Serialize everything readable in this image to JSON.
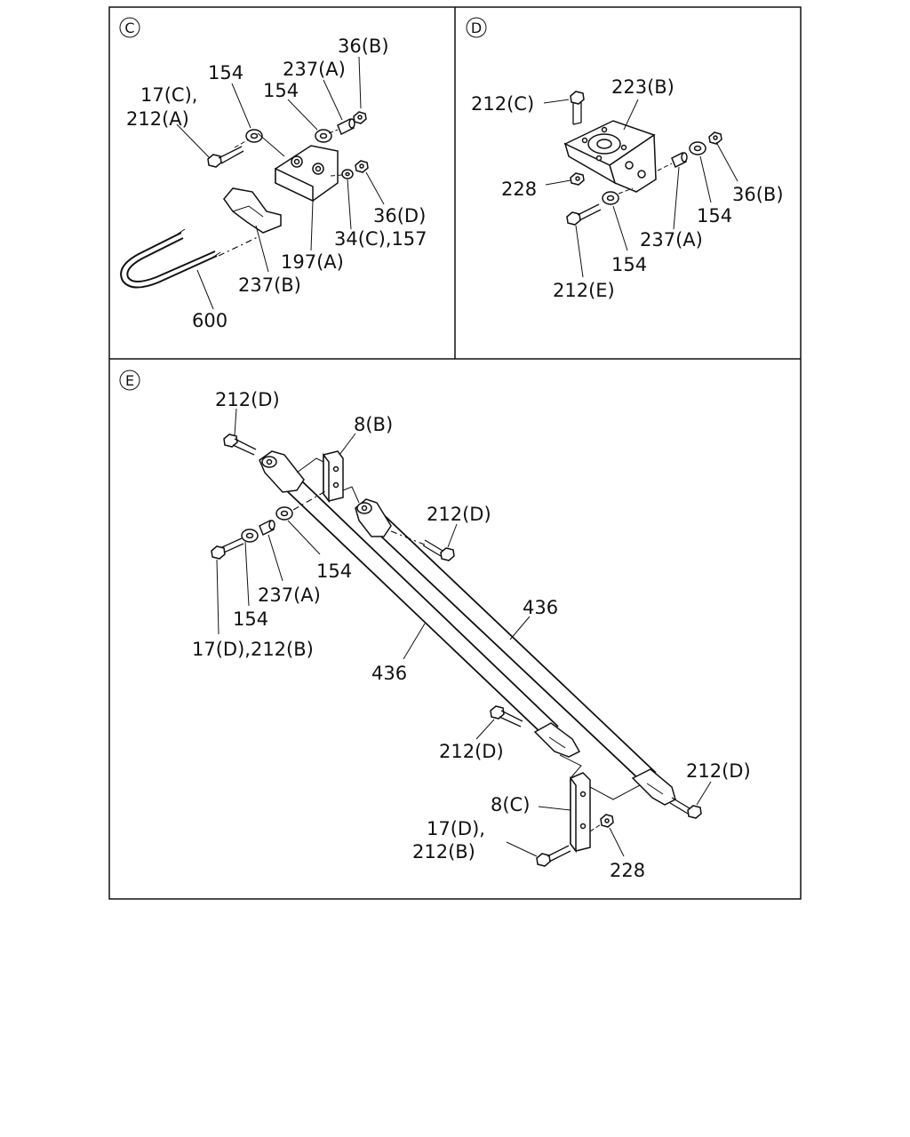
{
  "sections": [
    {
      "id": "C",
      "title": "C"
    },
    {
      "id": "D",
      "title": "D"
    },
    {
      "id": "E",
      "title": "E"
    }
  ],
  "labels": {
    "c_36b": "36(B)",
    "c_237a": "237(A)",
    "c_154_top": "154",
    "c_154_mid": "154",
    "c_17c": "17(C),",
    "c_212a": "212(A)",
    "c_36d": "36(D)",
    "c_34c": "34(C),157",
    "c_197a": "197(A)",
    "c_237b": "237(B)",
    "c_600": "600",
    "d_212c": "212(C)",
    "d_223b": "223(B)",
    "d_228": "228",
    "d_36b": "36(B)",
    "d_154_right": "154",
    "d_237a": "237(A)",
    "d_154_bottom": "154",
    "d_212e": "212(E)",
    "e_212d_top": "212(D)",
    "e_8b": "8(B)",
    "e_212d_mid": "212(D)",
    "e_154_right": "154",
    "e_237a": "237(A)",
    "e_154_left": "154",
    "e_17d": "17(D),212(B)",
    "e_436_right": "436",
    "e_436_left": "436",
    "e_212d_lower": "212(D)",
    "e_212d_br": "212(D)",
    "e_8c": "8(C)",
    "e_17d_b": "17(D),",
    "e_212b_b": "212(B)",
    "e_228": "228"
  }
}
